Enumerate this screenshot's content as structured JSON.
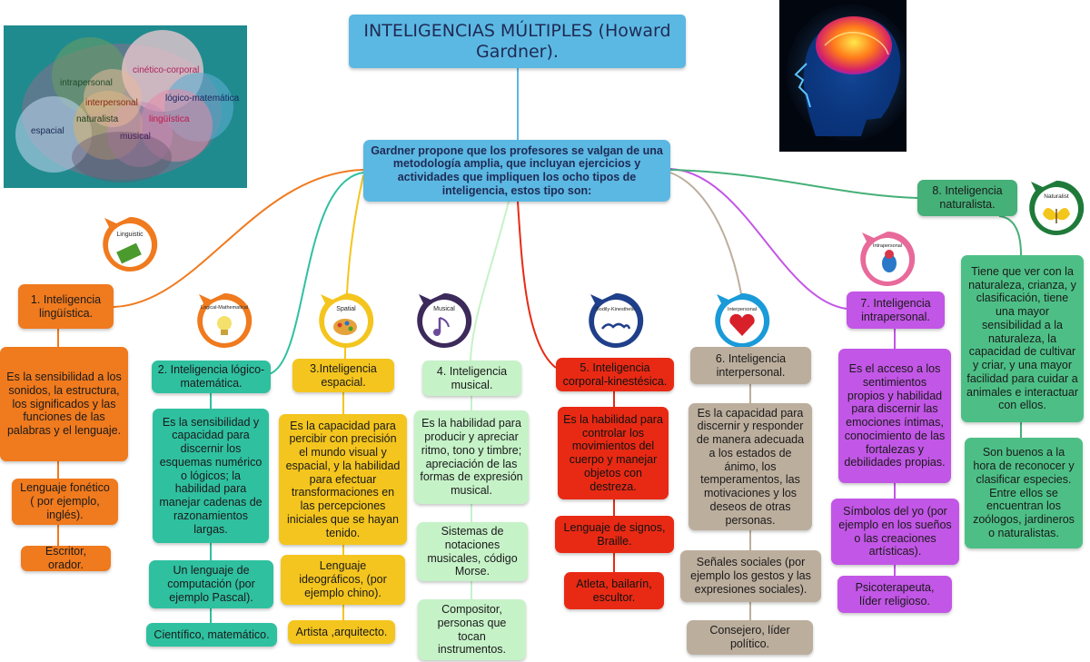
{
  "title": "INTELIGENCIAS MÚLTIPLES (Howard Gardner).",
  "intro": "Gardner propone que los profesores se valgan de una metodología amplia, que incluyan ejercicios y actividades que impliquen los ocho tipos de inteligencia, estos tipo son:",
  "brain_labels": {
    "cinetico": "cinético-corporal",
    "intrapersonal": "intrapersonal",
    "logico": "lógico-matemática",
    "interpersonal": "interpersonal",
    "naturalista": "naturalista",
    "linguistica": "lingüística",
    "espacial": "espacial",
    "musical": "musical"
  },
  "badges": {
    "linguistic": "Linguistic",
    "logical": "Logical-Mathematical",
    "spatial": "Spatial",
    "musical": "Musical",
    "bodily": "Bodily-Kinesthetic",
    "interpersonal": "Interpersonal",
    "intrapersonal": "Intrapersonal",
    "naturalist": "Naturalist"
  },
  "branches": {
    "b1": {
      "title": "1. Inteligencia lingüística.",
      "def": "Es la sensibilidad a los sonidos, la estructura, los significados y las funciones de las palabras y el lenguaje.",
      "symbol": "Lenguaje fonético ( por ejemplo, inglés).",
      "roles": "Escritor, orador."
    },
    "b2": {
      "title": "2. Inteligencia lógico-matemática.",
      "def": "Es la sensibilidad y capacidad para discernir los esquemas numérico o lógicos; la habilidad para manejar cadenas de razonamientos largas.",
      "symbol": "Un lenguaje de computación (por ejemplo Pascal).",
      "roles": "Científico, matemático."
    },
    "b3": {
      "title": "3.Inteligencia espacial.",
      "def": "Es la capacidad para percibir con precisión el mundo visual y espacial, y la habilidad para efectuar transformaciones en las percepciones iniciales que se hayan tenido.",
      "symbol": "Lenguaje ideográficos, (por ejemplo chino).",
      "roles": "Artista ,arquitecto."
    },
    "b4": {
      "title": "4. Inteligencia musical.",
      "def": "Es la habilidad para producir y apreciar ritmo, tono y timbre; apreciación de las formas de expresión musical.",
      "symbol": "Sistemas de notaciones musicales, código Morse.",
      "roles": "Compositor, personas que tocan instrumentos."
    },
    "b5": {
      "title": "5. Inteligencia corporal-kinestésica.",
      "def": "Es la habilidad para controlar los movimientos del cuerpo y manejar objetos con destreza.",
      "symbol": "Lenguaje de signos, Braille.",
      "roles": "Atleta, bailarín, escultor."
    },
    "b6": {
      "title": "6. Inteligencia interpersonal.",
      "def": "Es la capacidad para discernir y responder de manera adecuada a los estados de ánimo, los temperamentos, las motivaciones y los deseos de otras personas.",
      "symbol": "Señales sociales (por ejemplo los gestos y las expresiones sociales).",
      "roles": "Consejero, líder político."
    },
    "b7": {
      "title": "7. Inteligencia intrapersonal.",
      "def": "Es el acceso a los sentimientos propios y habilidad para discernir las emociones íntimas, conocimiento de las fortalezas y debilidades propias.",
      "symbol": "Símbolos del yo (por ejemplo en los sueños o las creaciones artísticas).",
      "roles": "Psicoterapeuta, líder religioso."
    },
    "b8": {
      "title": "8. Inteligencia naturalista.",
      "def": "Tiene que ver con la naturaleza, crianza, y clasificación, tiene una mayor sensibilidad a la naturaleza, la capacidad de cultivar y criar, y una mayor facilidad para cuidar a animales e interactuar con ellos.",
      "roles": "Son buenos a la hora de reconocer y clasificar especies. Entre ellos se encuentran los zoólogos, jardineros o naturalistas."
    }
  },
  "colors": {
    "title_box": "#5bb8e2",
    "linguistic": "#f07a1e",
    "logical": "#2fc0a0",
    "spatial": "#f4c51e",
    "musical": "#c6f2c8",
    "bodily": "#e82a14",
    "interpersonal": "#bcae9d",
    "intrapersonal": "#c256e6",
    "naturalist": "#45b078"
  }
}
